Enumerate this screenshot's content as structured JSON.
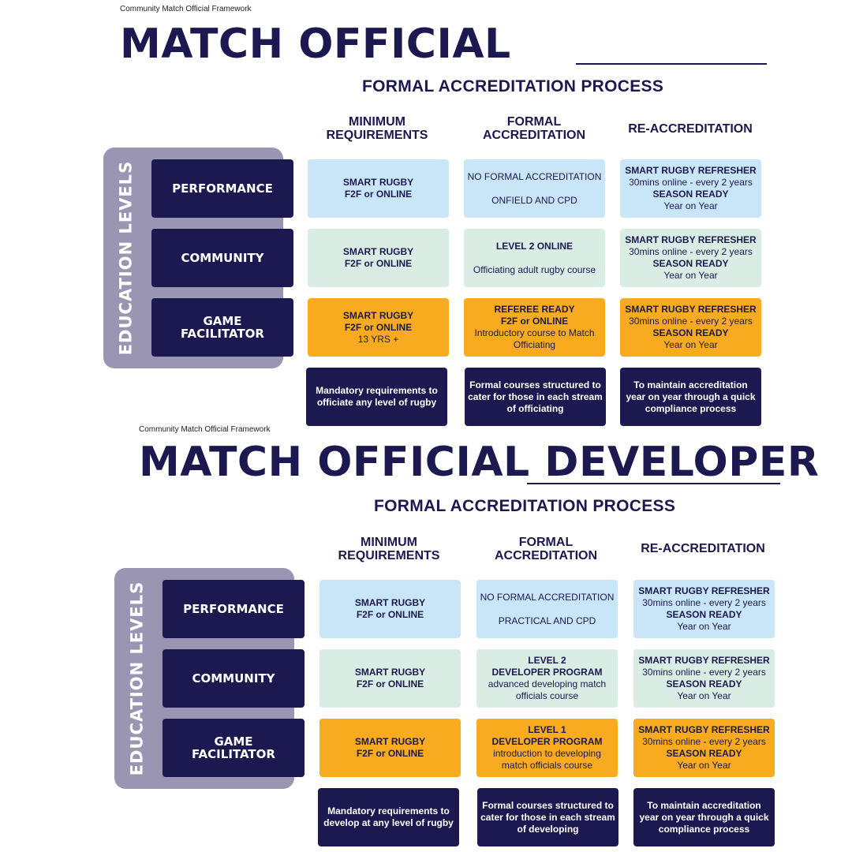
{
  "colors": {
    "navy": "#1c1850",
    "bracket": "#9a95b2",
    "blue": "#c8e6f8",
    "green": "#d9ede4",
    "orange": "#f8ab1f"
  },
  "top": {
    "supertitle": "Community Match Official Framework",
    "title": "MATCH OFFICIAL",
    "subtitle": "FORMAL ACCREDITATION PROCESS",
    "columns": {
      "min_1": "MINIMUM",
      "min_2": "REQUIREMENTS",
      "formal_1": "FORMAL",
      "formal_2": "ACCREDITATION",
      "reacc": "RE-ACCREDITATION"
    },
    "side_label": "EDUCATION LEVELS",
    "levels": {
      "performance": "PERFORMANCE",
      "community": "COMMUNITY",
      "game_1": "GAME",
      "game_2": "FACILITATOR"
    },
    "performance": {
      "min": [
        "SMART RUGBY",
        "F2F or ONLINE"
      ],
      "formal": [
        "NO FORMAL ACCREDITATION",
        "ONFIELD AND CPD"
      ],
      "reacc": [
        "SMART RUGBY REFRESHER",
        "30mins online - every 2 years",
        "SEASON READY",
        "Year on Year"
      ]
    },
    "community": {
      "min": [
        "SMART RUGBY",
        "F2F or ONLINE"
      ],
      "formal": [
        "LEVEL 2 ONLINE",
        "Officiating adult rugby course"
      ],
      "reacc": [
        "SMART RUGBY REFRESHER",
        "30mins online - every 2 years",
        "SEASON READY",
        "Year on Year"
      ]
    },
    "game": {
      "min": [
        "SMART RUGBY",
        "F2F or ONLINE",
        "13 YRS +"
      ],
      "formal": [
        "REFEREE READY",
        "F2F or ONLINE",
        "Introductory course to Match Officiating"
      ],
      "reacc": [
        "SMART RUGBY REFRESHER",
        "30mins online - every 2 years",
        "SEASON READY",
        "Year on Year"
      ]
    },
    "footer": {
      "min": "Mandatory requirements to officiate any level of rugby",
      "formal": "Formal courses structured to cater for those in each stream of officiating",
      "reacc": "To maintain accreditation year on year through a quick compliance process"
    }
  },
  "bottom": {
    "supertitle": "Community Match Official Framework",
    "title": "MATCH OFFICIAL DEVELOPER",
    "subtitle": "FORMAL ACCREDITATION PROCESS",
    "columns": {
      "min_1": "MINIMUM",
      "min_2": "REQUIREMENTS",
      "formal_1": "FORMAL",
      "formal_2": "ACCREDITATION",
      "reacc": "RE-ACCREDITATION"
    },
    "side_label": "EDUCATION LEVELS",
    "levels": {
      "performance": "PERFORMANCE",
      "community": "COMMUNITY",
      "game_1": "GAME",
      "game_2": "FACILITATOR"
    },
    "performance": {
      "min": [
        "SMART RUGBY",
        "F2F or ONLINE"
      ],
      "formal": [
        "NO FORMAL ACCREDITATION",
        "PRACTICAL AND CPD"
      ],
      "reacc": [
        "SMART RUGBY REFRESHER",
        "30mins online - every 2 years",
        "SEASON READY",
        "Year on Year"
      ]
    },
    "community": {
      "min": [
        "SMART RUGBY",
        "F2F or ONLINE"
      ],
      "formal": [
        "LEVEL 2",
        "DEVELOPER PROGRAM",
        "advanced developing match officials course"
      ],
      "reacc": [
        "SMART RUGBY REFRESHER",
        "30mins online - every 2 years",
        "SEASON READY",
        "Year on Year"
      ]
    },
    "game": {
      "min": [
        "SMART RUGBY",
        "F2F or ONLINE"
      ],
      "formal": [
        "LEVEL 1",
        "DEVELOPER PROGRAM",
        "introduction to developing match officials course"
      ],
      "reacc": [
        "SMART RUGBY REFRESHER",
        "30mins online - every 2 years",
        "SEASON READY",
        "Year on Year"
      ]
    },
    "footer": {
      "min": "Mandatory requirements to develop at any level of rugby",
      "formal": "Formal courses structured to cater for those in each stream of developing",
      "reacc": "To maintain accreditation year on year through a quick compliance process"
    }
  }
}
